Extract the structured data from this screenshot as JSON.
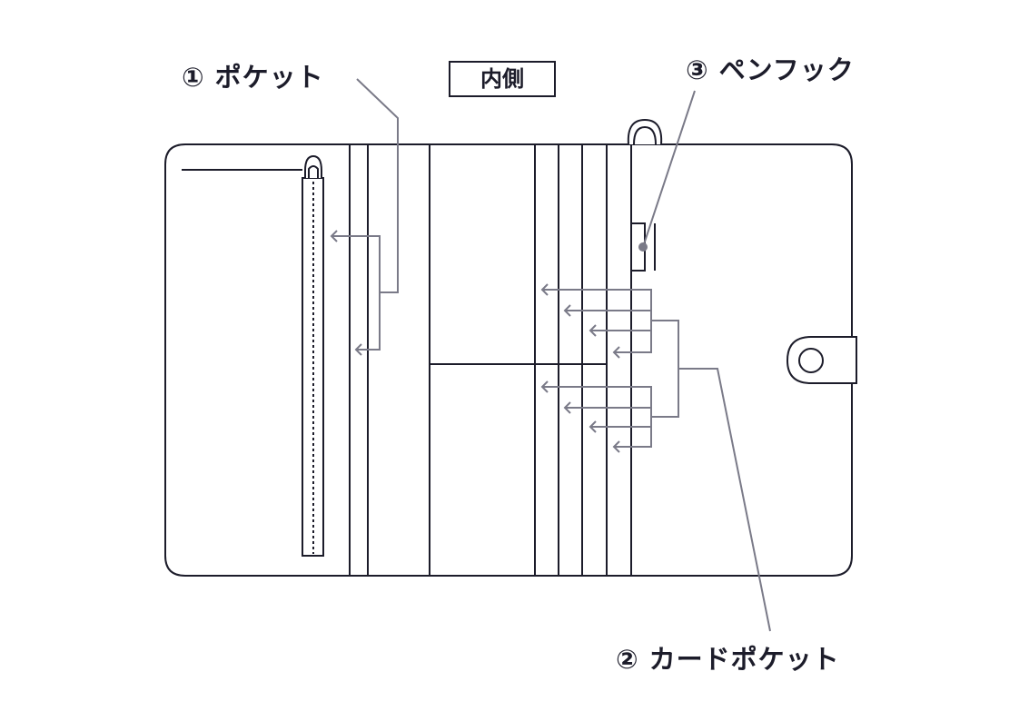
{
  "labels": {
    "pocket": "① ポケット",
    "card_pocket": "② カードポケット",
    "pen_hook": "③ ペンフック",
    "side": "内側"
  },
  "colors": {
    "outline": "#1c1c2a",
    "leader": "#7a7a88"
  }
}
